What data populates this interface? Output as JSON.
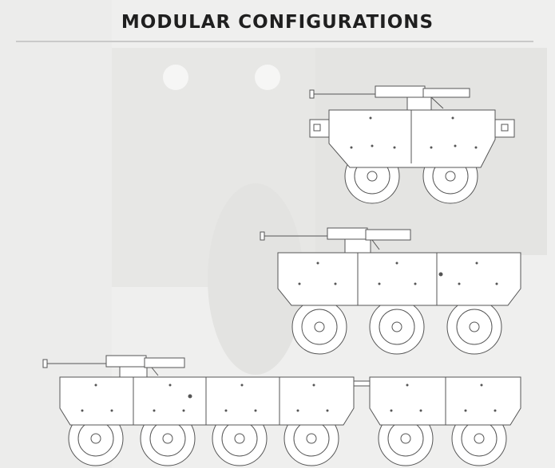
{
  "header": {
    "title": "MODULAR CONFIGURATIONS"
  },
  "configurations": [
    {
      "id": "two-axle",
      "axles": 2
    },
    {
      "id": "three-axle",
      "axles": 3
    },
    {
      "id": "six-axle-articulated",
      "axles": 6
    }
  ],
  "colors": {
    "background": "#efefee",
    "line": "#555555",
    "title": "#1f1f1f"
  }
}
